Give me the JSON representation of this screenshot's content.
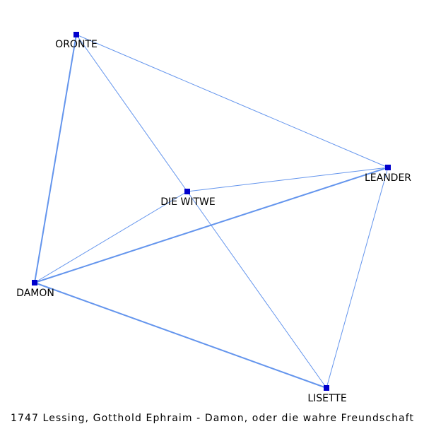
{
  "caption": "1747 Lessing, Gotthold Ephraim - Damon, oder die wahre Freundschaft",
  "colors": {
    "edge": "#6495ed",
    "node": "#0000cd",
    "background": "#ffffff"
  },
  "nodes": [
    {
      "id": "oronte",
      "label": "ORONTE"
    },
    {
      "id": "leander",
      "label": "LEANDER"
    },
    {
      "id": "witwe",
      "label": "DIE WITWE"
    },
    {
      "id": "damon",
      "label": "DAMON"
    },
    {
      "id": "lisette",
      "label": "LISETTE"
    }
  ],
  "edges": [
    {
      "source": "oronte",
      "target": "leander",
      "weight": 1
    },
    {
      "source": "oronte",
      "target": "witwe",
      "weight": 1
    },
    {
      "source": "oronte",
      "target": "damon",
      "weight": 2
    },
    {
      "source": "witwe",
      "target": "leander",
      "weight": 1
    },
    {
      "source": "witwe",
      "target": "damon",
      "weight": 1
    },
    {
      "source": "witwe",
      "target": "lisette",
      "weight": 1
    },
    {
      "source": "damon",
      "target": "leander",
      "weight": 2
    },
    {
      "source": "damon",
      "target": "lisette",
      "weight": 2
    },
    {
      "source": "leander",
      "target": "lisette",
      "weight": 1
    }
  ]
}
